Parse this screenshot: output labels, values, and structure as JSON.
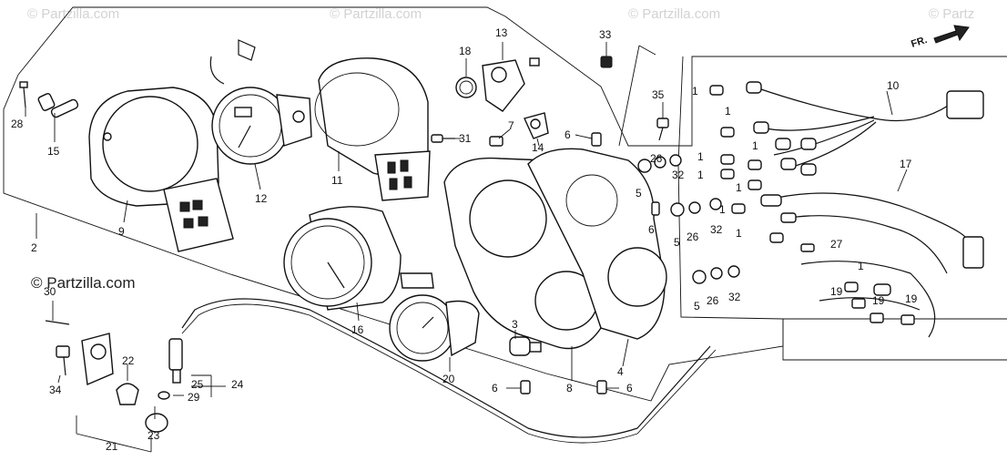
{
  "watermarks": {
    "faint": [
      "© Partzilla.com",
      "© Partzilla.com",
      "© Partzilla.com",
      "© Partz"
    ],
    "main": "© Partzilla.com"
  },
  "direction_label": "FR.",
  "callouts": [
    {
      "id": "c28",
      "text": "28"
    },
    {
      "id": "c15",
      "text": "15"
    },
    {
      "id": "c9",
      "text": "9"
    },
    {
      "id": "c2",
      "text": "2"
    },
    {
      "id": "c12",
      "text": "12"
    },
    {
      "id": "c11",
      "text": "11"
    },
    {
      "id": "c18",
      "text": "18"
    },
    {
      "id": "c13",
      "text": "13"
    },
    {
      "id": "c33",
      "text": "33"
    },
    {
      "id": "c35",
      "text": "35"
    },
    {
      "id": "c31",
      "text": "31"
    },
    {
      "id": "c7",
      "text": "7"
    },
    {
      "id": "c14",
      "text": "14"
    },
    {
      "id": "c6a",
      "text": "6"
    },
    {
      "id": "c10",
      "text": "10"
    },
    {
      "id": "c1a",
      "text": "1"
    },
    {
      "id": "c1b",
      "text": "1"
    },
    {
      "id": "c1c",
      "text": "1"
    },
    {
      "id": "c1d",
      "text": "1"
    },
    {
      "id": "c1e",
      "text": "1"
    },
    {
      "id": "c1f",
      "text": "1"
    },
    {
      "id": "c1g",
      "text": "1"
    },
    {
      "id": "c1h",
      "text": "1"
    },
    {
      "id": "c1i",
      "text": "1"
    },
    {
      "id": "c5a",
      "text": "5"
    },
    {
      "id": "c26a",
      "text": "26"
    },
    {
      "id": "c32a",
      "text": "32"
    },
    {
      "id": "c17",
      "text": "17"
    },
    {
      "id": "c6b",
      "text": "6"
    },
    {
      "id": "c5b",
      "text": "5"
    },
    {
      "id": "c26b",
      "text": "26"
    },
    {
      "id": "c32b",
      "text": "32"
    },
    {
      "id": "c27",
      "text": "27"
    },
    {
      "id": "c16",
      "text": "16"
    },
    {
      "id": "c30",
      "text": "30"
    },
    {
      "id": "c3",
      "text": "3"
    },
    {
      "id": "c5c",
      "text": "5"
    },
    {
      "id": "c26c",
      "text": "26"
    },
    {
      "id": "c32c",
      "text": "32"
    },
    {
      "id": "c19a",
      "text": "19"
    },
    {
      "id": "c19b",
      "text": "19"
    },
    {
      "id": "c19c",
      "text": "19"
    },
    {
      "id": "c22",
      "text": "22"
    },
    {
      "id": "c25",
      "text": "25"
    },
    {
      "id": "c24",
      "text": "24"
    },
    {
      "id": "c29",
      "text": "29"
    },
    {
      "id": "c20",
      "text": "20"
    },
    {
      "id": "c8",
      "text": "8"
    },
    {
      "id": "c4",
      "text": "4"
    },
    {
      "id": "c34",
      "text": "34"
    },
    {
      "id": "c23",
      "text": "23"
    },
    {
      "id": "c21",
      "text": "21"
    },
    {
      "id": "c6c",
      "text": "6"
    },
    {
      "id": "c6d",
      "text": "6"
    }
  ]
}
